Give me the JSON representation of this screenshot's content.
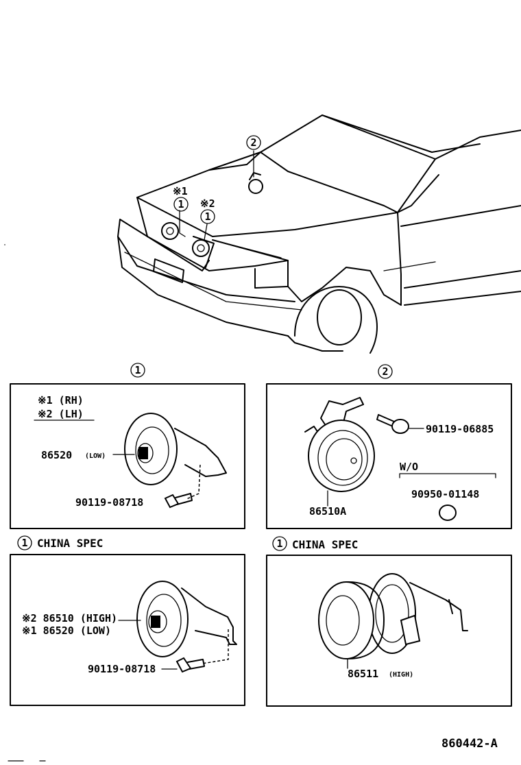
{
  "overview": {
    "callout_2": "2",
    "callout_1_rh": "1",
    "callout_1_lh": "1",
    "note_rh": "※1",
    "note_lh": "※2"
  },
  "panel_1": {
    "header_num": "1",
    "legend_rh": "※1 (RH)",
    "legend_lh": "※2 (LH)",
    "horn_part": "86520",
    "horn_spec": "(LOW)",
    "bolt_part": "90119-08718"
  },
  "panel_2": {
    "header_num": "2",
    "bolt_part": "90119-06885",
    "wo_label": "W/O",
    "cap_part": "90950-01148",
    "horn_part": "86510A"
  },
  "panel_3": {
    "header_num": "1",
    "header_text": "CHINA SPEC",
    "horn_line1": "※2 86510 (HIGH)",
    "horn_line2": "※1 86520 (LOW)",
    "bolt_part": "90119-08718"
  },
  "panel_4": {
    "header_num": "1",
    "header_text": "CHINA SPEC",
    "horn_part": "86511",
    "horn_spec": "(HIGH)"
  },
  "footer": {
    "drawing_number": "860442-A"
  }
}
